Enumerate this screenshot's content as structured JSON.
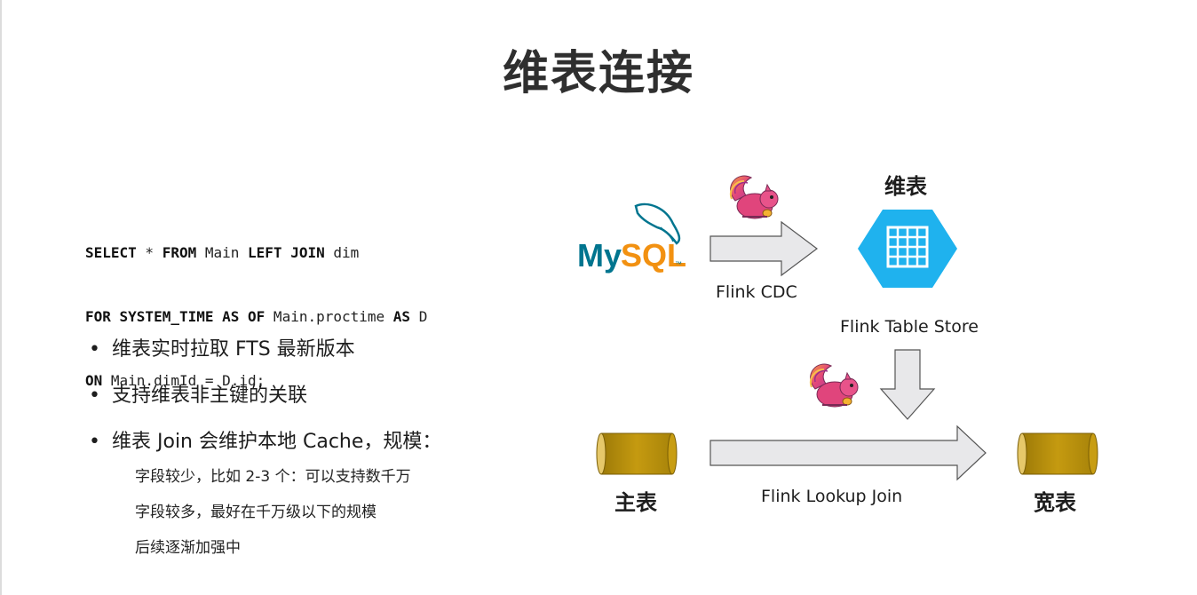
{
  "slide": {
    "title": "维表连接"
  },
  "sql": {
    "line1": [
      {
        "kw": true,
        "t": "SELECT"
      },
      {
        "kw": false,
        "t": " * "
      },
      {
        "kw": true,
        "t": "FROM"
      },
      {
        "kw": false,
        "t": " Main "
      },
      {
        "kw": true,
        "t": "LEFT JOIN"
      },
      {
        "kw": false,
        "t": " dim"
      }
    ],
    "line2": [
      {
        "kw": true,
        "t": "FOR SYSTEM_TIME AS OF"
      },
      {
        "kw": false,
        "t": " Main.proctime "
      },
      {
        "kw": true,
        "t": "AS"
      },
      {
        "kw": false,
        "t": " D"
      }
    ],
    "line3": [
      {
        "kw": true,
        "t": "ON"
      },
      {
        "kw": false,
        "t": " Main.dimId = D.id;"
      }
    ]
  },
  "bullets": [
    "维表实时拉取 FTS 最新版本",
    "支持维表非主键的关联",
    "维表 Join 会维护本地 Cache，规模："
  ],
  "sub_bullets": [
    "字段较少，比如 2-3 个：可以支持数千万",
    "字段较多，最好在千万级以下的规模",
    "后续逐渐加强中"
  ],
  "diagram": {
    "mysql_logo": {
      "my": "My",
      "sql": "SQL",
      "tm": "™"
    },
    "dim_table_label": "维表",
    "flink_cdc_label": "Flink CDC",
    "table_store_label": "Flink Table Store",
    "main_table_label": "主表",
    "lookup_join_label": "Flink Lookup Join",
    "wide_table_label": "宽表",
    "colors": {
      "mysql_blue": "#00758f",
      "mysql_orange": "#f29111",
      "hexagon_blue": "#1fb2ee",
      "cylinder_gold": "#b8900a",
      "arrow_fill": "#e8e8ea"
    },
    "icons": [
      "mysql-logo",
      "flink-squirrel-icon",
      "table-hexagon-icon",
      "cylinder-icon"
    ]
  }
}
